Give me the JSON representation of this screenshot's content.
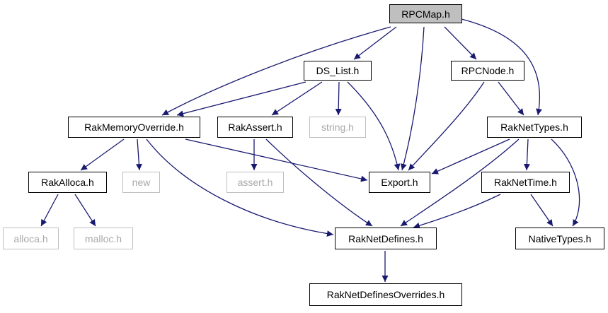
{
  "diagram": {
    "edge_color": "#191970",
    "root_fill": "#bfbfbf",
    "external_border_color": "#bfbfbf",
    "nodes": [
      {
        "id": "rpcmap",
        "label": "RPCMap.h",
        "kind": "root"
      },
      {
        "id": "ds_list",
        "label": "DS_List.h",
        "kind": "internal"
      },
      {
        "id": "rpcnode",
        "label": "RPCNode.h",
        "kind": "internal"
      },
      {
        "id": "rakmemoryoverride",
        "label": "RakMemoryOverride.h",
        "kind": "internal"
      },
      {
        "id": "rakassert",
        "label": "RakAssert.h",
        "kind": "internal"
      },
      {
        "id": "string",
        "label": "string.h",
        "kind": "external"
      },
      {
        "id": "raknettypes",
        "label": "RakNetTypes.h",
        "kind": "internal"
      },
      {
        "id": "rakalloca",
        "label": "RakAlloca.h",
        "kind": "internal"
      },
      {
        "id": "new",
        "label": "new",
        "kind": "external"
      },
      {
        "id": "assert",
        "label": "assert.h",
        "kind": "external"
      },
      {
        "id": "export",
        "label": "Export.h",
        "kind": "internal"
      },
      {
        "id": "raknettime",
        "label": "RakNetTime.h",
        "kind": "internal"
      },
      {
        "id": "alloca",
        "label": "alloca.h",
        "kind": "external"
      },
      {
        "id": "malloc",
        "label": "malloc.h",
        "kind": "external"
      },
      {
        "id": "raknetdefines",
        "label": "RakNetDefines.h",
        "kind": "internal"
      },
      {
        "id": "nativetypes",
        "label": "NativeTypes.h",
        "kind": "internal"
      },
      {
        "id": "raknetdefinesoverrides",
        "label": "RakNetDefinesOverrides.h",
        "kind": "internal"
      }
    ],
    "edges": [
      {
        "from": "rpcmap",
        "to": "ds_list"
      },
      {
        "from": "rpcmap",
        "to": "rpcnode"
      },
      {
        "from": "rpcmap",
        "to": "rakmemoryoverride"
      },
      {
        "from": "rpcmap",
        "to": "export"
      },
      {
        "from": "rpcmap",
        "to": "raknettypes"
      },
      {
        "from": "ds_list",
        "to": "rakmemoryoverride"
      },
      {
        "from": "ds_list",
        "to": "rakassert"
      },
      {
        "from": "ds_list",
        "to": "string"
      },
      {
        "from": "ds_list",
        "to": "export"
      },
      {
        "from": "rpcnode",
        "to": "raknettypes"
      },
      {
        "from": "rpcnode",
        "to": "export"
      },
      {
        "from": "rakmemoryoverride",
        "to": "rakalloca"
      },
      {
        "from": "rakmemoryoverride",
        "to": "new"
      },
      {
        "from": "rakmemoryoverride",
        "to": "export"
      },
      {
        "from": "rakmemoryoverride",
        "to": "raknetdefines"
      },
      {
        "from": "rakassert",
        "to": "assert"
      },
      {
        "from": "rakassert",
        "to": "raknetdefines"
      },
      {
        "from": "rakalloca",
        "to": "alloca"
      },
      {
        "from": "rakalloca",
        "to": "malloc"
      },
      {
        "from": "raknettypes",
        "to": "export"
      },
      {
        "from": "raknettypes",
        "to": "raknettime"
      },
      {
        "from": "raknettypes",
        "to": "raknetdefines"
      },
      {
        "from": "raknettypes",
        "to": "nativetypes"
      },
      {
        "from": "raknettime",
        "to": "raknetdefines"
      },
      {
        "from": "raknettime",
        "to": "nativetypes"
      },
      {
        "from": "raknetdefines",
        "to": "raknetdefinesoverrides"
      }
    ]
  }
}
